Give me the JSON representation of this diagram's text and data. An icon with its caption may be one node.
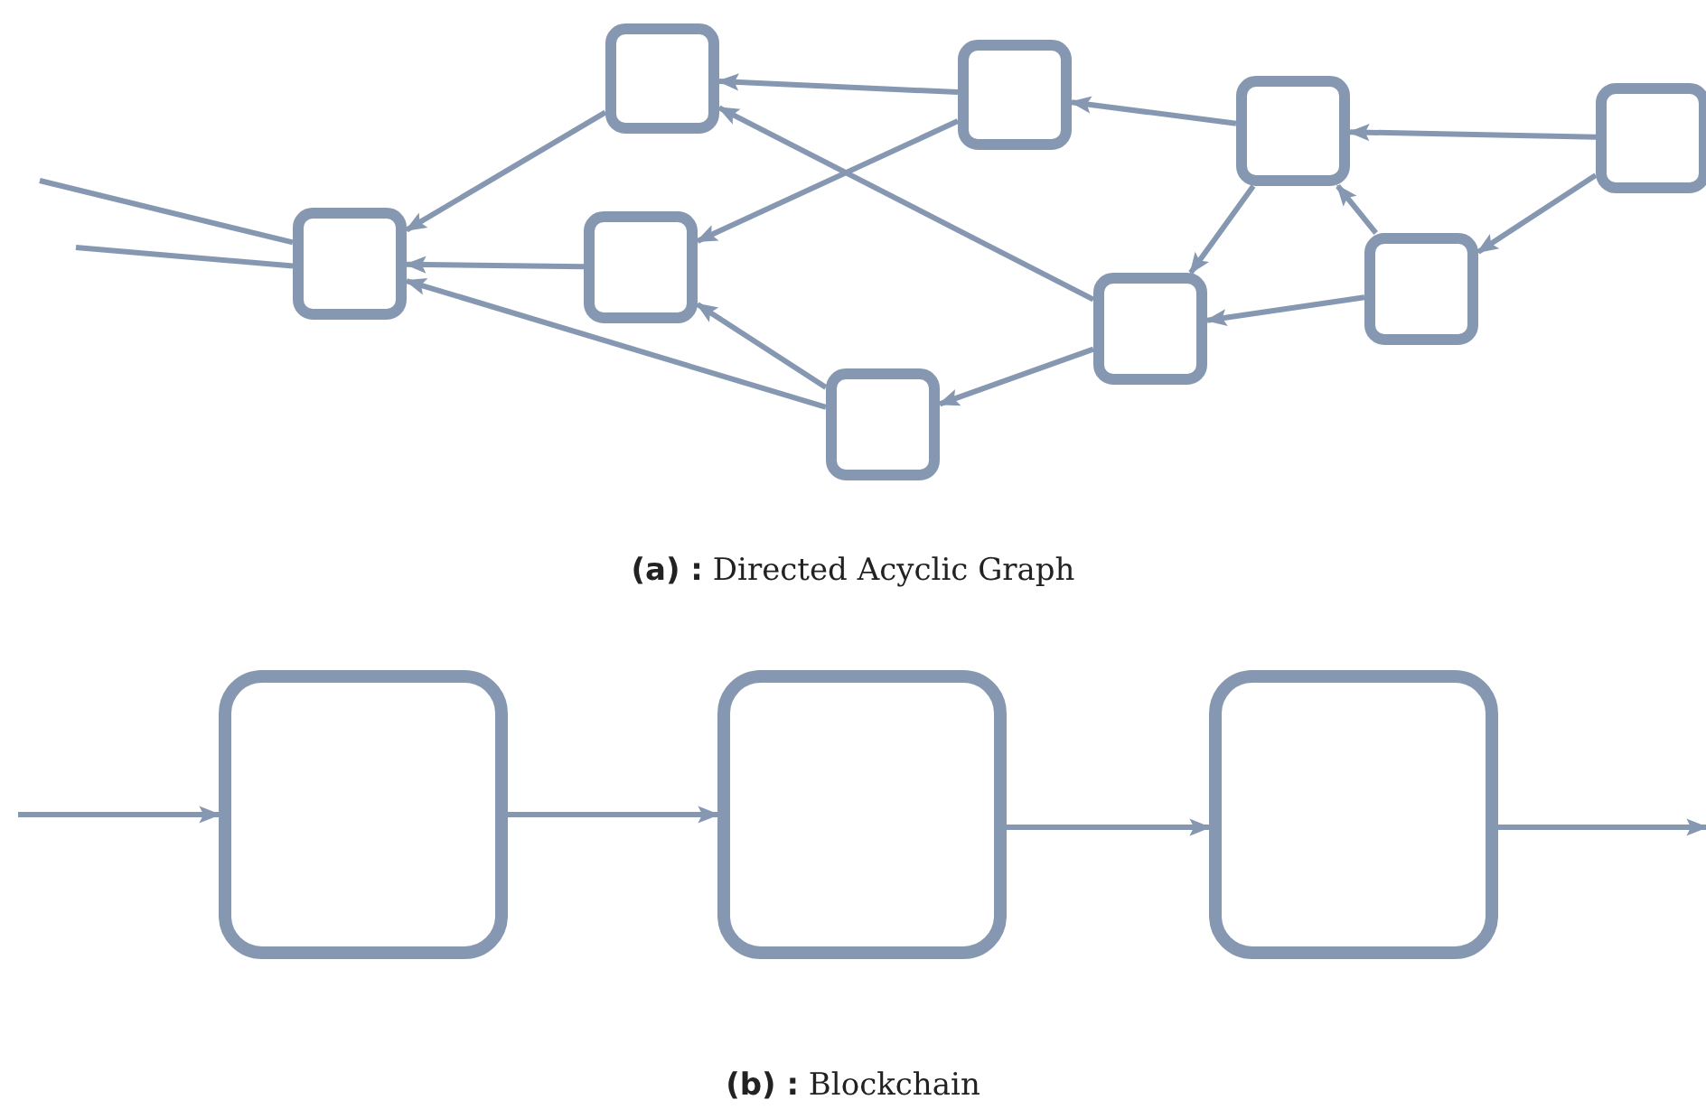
{
  "diagram": {
    "nodes": [
      {
        "text": [],
        "shape": "box"
      },
      {
        "text": [],
        "shape": "box"
      },
      {
        "text": [],
        "shape": "box"
      },
      {
        "text": [],
        "shape": "box"
      },
      {
        "text": [],
        "shape": "box"
      },
      {
        "text": [],
        "shape": "box"
      },
      {
        "text": [],
        "shape": "box"
      },
      {
        "text": [],
        "shape": "box"
      },
      {
        "text": [],
        "shape": "box"
      },
      {
        "text": [],
        "shape": "box"
      },
      {
        "text": [],
        "shape": "box"
      },
      {
        "text": [],
        "shape": "box"
      }
    ],
    "edges": [
      {
        "from": null,
        "to": 4,
        "arrow": "none"
      },
      {
        "from": null,
        "to": 4,
        "arrow": "none"
      },
      {
        "from": 0,
        "to": 4,
        "arrow": "to"
      },
      {
        "from": 1,
        "to": 0,
        "arrow": "to"
      },
      {
        "from": 7,
        "to": 0,
        "arrow": "to"
      },
      {
        "from": 2,
        "to": 1,
        "arrow": "to"
      },
      {
        "from": 1,
        "to": 5,
        "arrow": "to"
      },
      {
        "from": 5,
        "to": 4,
        "arrow": "to"
      },
      {
        "from": 8,
        "to": 4,
        "arrow": "to"
      },
      {
        "from": 8,
        "to": 5,
        "arrow": "to"
      },
      {
        "from": 7,
        "to": 8,
        "arrow": "to"
      },
      {
        "from": 2,
        "to": 7,
        "arrow": "to"
      },
      {
        "from": 3,
        "to": 2,
        "arrow": "to"
      },
      {
        "from": 3,
        "to": 6,
        "arrow": "to"
      },
      {
        "from": 6,
        "to": 2,
        "arrow": "to"
      },
      {
        "from": 6,
        "to": 7,
        "arrow": "to"
      },
      {
        "from": null,
        "to": 9,
        "arrow": "to"
      },
      {
        "from": 9,
        "to": 10,
        "arrow": "to"
      },
      {
        "from": 10,
        "to": 11,
        "arrow": "to"
      },
      {
        "from": 11,
        "to": null,
        "arrow": "to"
      }
    ],
    "labels": [
      "**(a) :** Directed Acyclic Graph",
      "**(b) :** Blockchain"
    ]
  }
}
